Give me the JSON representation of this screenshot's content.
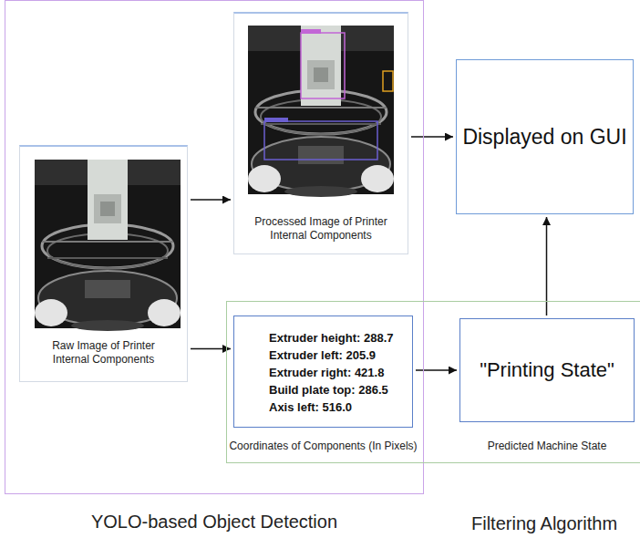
{
  "diagram": {
    "nodes": [
      {
        "text": [
          "YOLO-based Object Detection"
        ]
      },
      {
        "text": [
          "Raw Image of Printer Internal Components"
        ],
        "in": 0
      },
      {
        "text": [
          "Processed Image of Printer Internal Components"
        ],
        "in": 0
      },
      {
        "text": [
          "Displayed on GUI"
        ]
      },
      {
        "text": [
          "Filtering Algorithm"
        ]
      },
      {
        "text": [
          "Extruder height: 288.7",
          "Extruder left: 205.9",
          "Extruder right: 421.8",
          "Build plate top: 286.5",
          "Axis left: 516.0",
          "Coordinates of Components (In Pixels)"
        ],
        "in": 4
      },
      {
        "text": [
          "\"Printing State\"",
          "Predicted Machine State"
        ],
        "in": 4
      }
    ],
    "edges": [
      {
        "from": 1,
        "to": 2,
        "arrow": "to"
      },
      {
        "from": 1,
        "to": 5,
        "arrow": "to"
      },
      {
        "from": 2,
        "to": 3,
        "arrow": "to"
      },
      {
        "from": 5,
        "to": 6,
        "arrow": "to"
      },
      {
        "from": 6,
        "to": 3,
        "arrow": "to"
      }
    ]
  }
}
